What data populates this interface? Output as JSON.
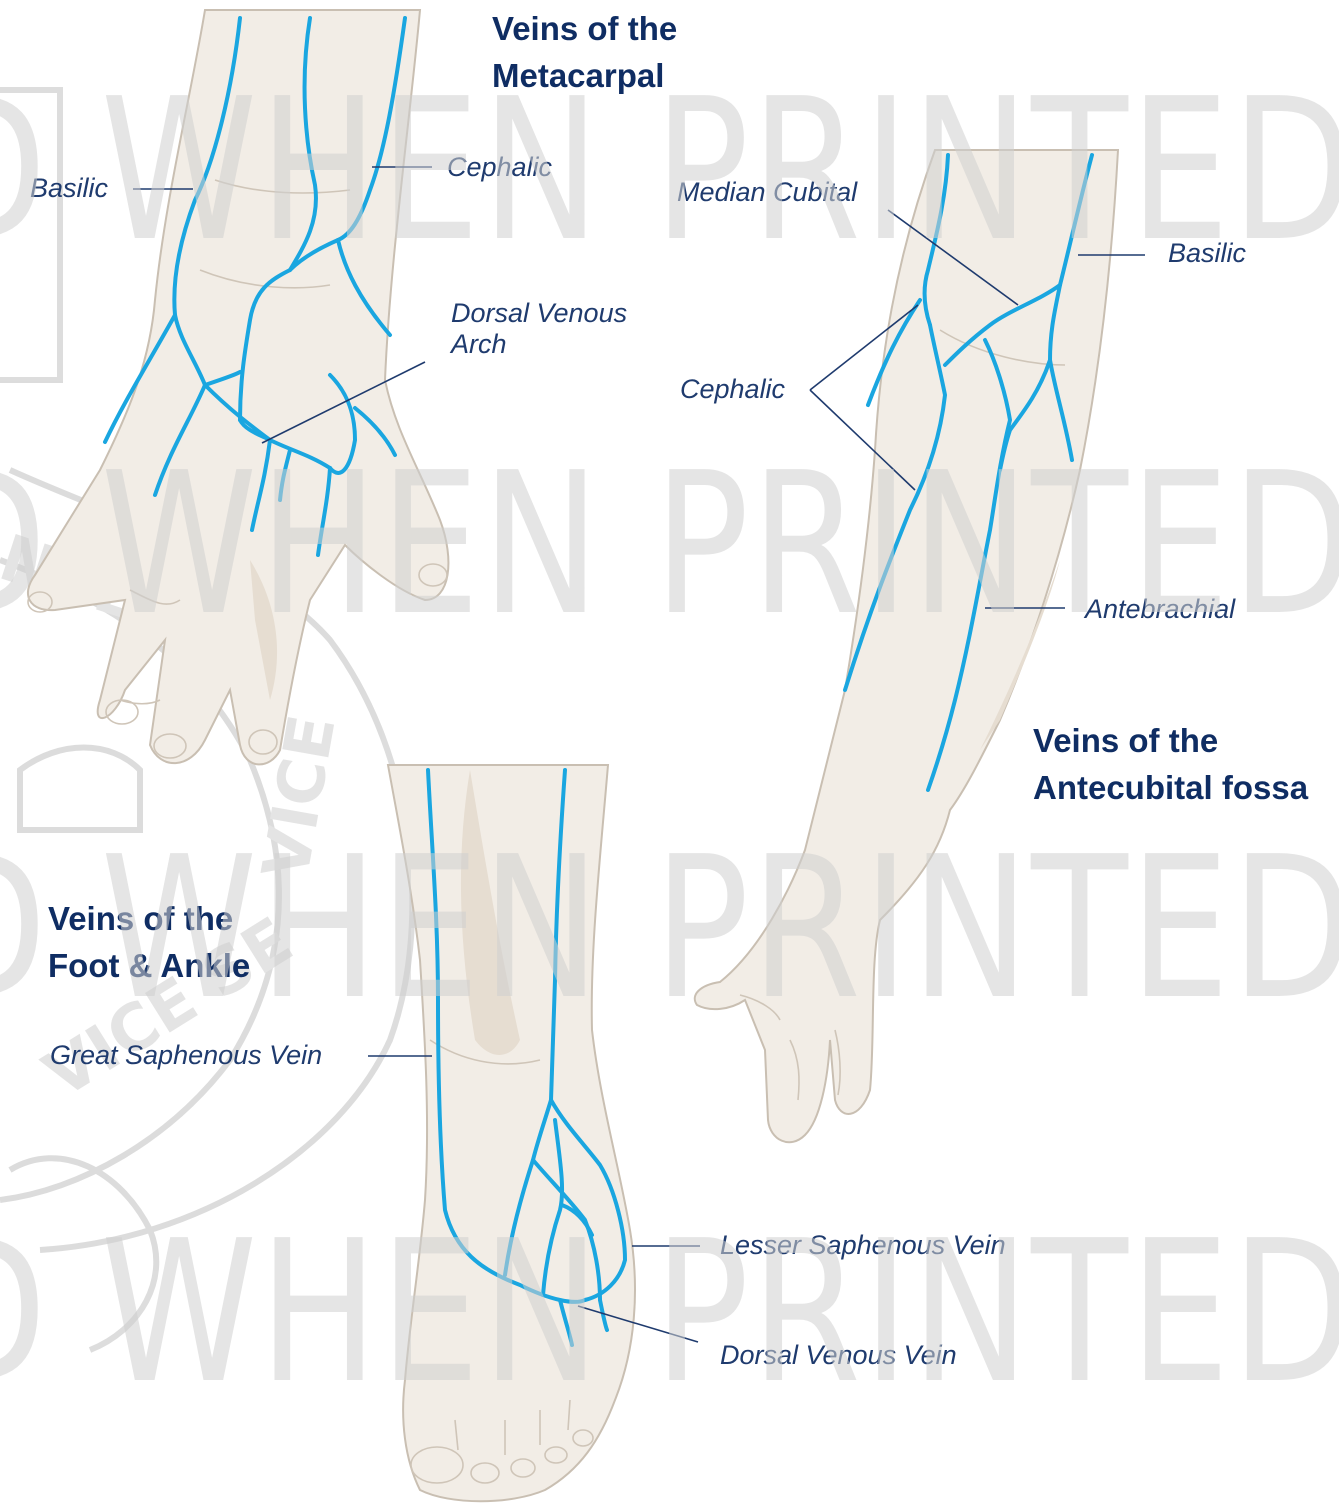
{
  "watermark": {
    "text_rows": [
      "D WHEN PRINTED",
      "D WHEN PRINTED",
      "D WHEN PRINTED",
      "D WHEN PRINTED"
    ],
    "crest_text": [
      "NSL",
      "VICE",
      "VICE SE"
    ]
  },
  "sections": {
    "metacarpal": {
      "title_lines": [
        "Veins of the",
        "Metacarpal"
      ],
      "labels": {
        "basilic": "Basilic",
        "cephalic": "Cephalic",
        "dorsal_venous_arch": [
          "Dorsal Venous",
          "Arch"
        ]
      }
    },
    "antecubital": {
      "title_lines": [
        "Veins of the",
        "Antecubital fossa"
      ],
      "labels": {
        "median_cubital": "Median Cubital",
        "basilic": "Basilic",
        "cephalic": "Cephalic",
        "antebrachial": "Antebrachial"
      }
    },
    "foot_ankle": {
      "title_lines": [
        "Veins of the",
        "Foot & Ankle"
      ],
      "labels": {
        "great_saphenous": "Great Saphenous Vein",
        "lesser_saphenous": "Lesser Saphenous Vein",
        "dorsal_venous_vein": "Dorsal Venous Vein"
      }
    }
  },
  "colors": {
    "vein": "#1aa6e0",
    "label_text": "#1f3b6e",
    "title_text": "#0f2d63",
    "skin": "#f2ede6",
    "watermark": "#d0d0d0"
  }
}
